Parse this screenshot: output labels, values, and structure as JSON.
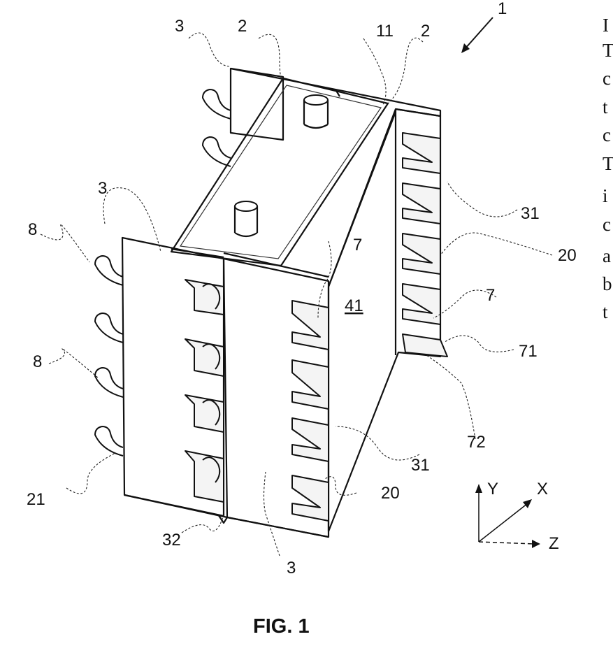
{
  "figure": {
    "caption": "FIG. 1",
    "reference_numerals": {
      "r1": "1",
      "r2a": "2",
      "r2b": "2",
      "r11": "11",
      "r3a": "3",
      "r3b": "3",
      "r3c": "3",
      "r8a": "8",
      "r8b": "8",
      "r7a": "7",
      "r7b": "7",
      "r41": "41",
      "r31a": "31",
      "r31b": "31",
      "r20a": "20",
      "r20b": "20",
      "r71": "71",
      "r72": "72",
      "r21": "21",
      "r32": "32"
    },
    "axes": {
      "y": "Y",
      "x": "X",
      "z": "Z"
    },
    "side_text_fragments": [
      "I",
      "T",
      "c",
      "t",
      "c",
      "T",
      "i",
      "c",
      "a",
      "b",
      "t"
    ]
  }
}
